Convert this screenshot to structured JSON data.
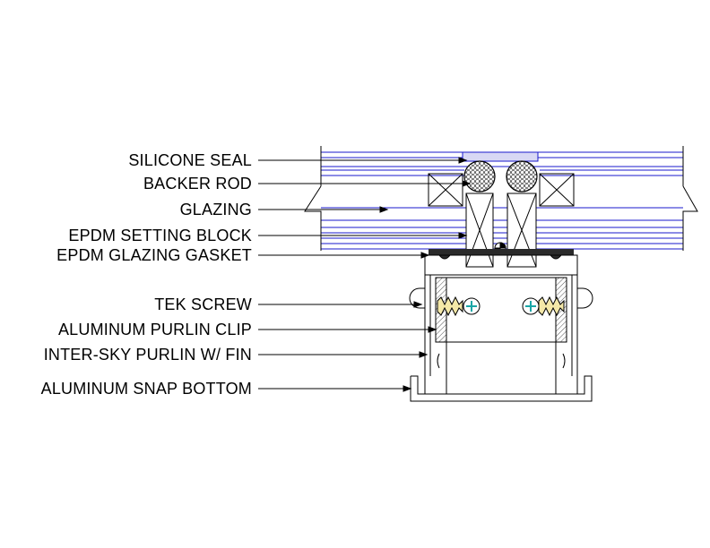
{
  "callouts": [
    {
      "id": "silicone-seal",
      "text": "SILICONE SEAL"
    },
    {
      "id": "backer-rod",
      "text": "BACKER ROD"
    },
    {
      "id": "glazing",
      "text": "GLAZING"
    },
    {
      "id": "epdm-setting-block",
      "text": "EPDM SETTING BLOCK"
    },
    {
      "id": "epdm-glazing-gasket",
      "text": "EPDM GLAZING GASKET"
    },
    {
      "id": "tek-screw",
      "text": "TEK SCREW"
    },
    {
      "id": "aluminum-purlin-clip",
      "text": "ALUMINUM PURLIN CLIP"
    },
    {
      "id": "inter-sky-purlin",
      "text": "INTER-SKY PURLIN W/ FIN"
    },
    {
      "id": "aluminum-snap-bottom",
      "text": "ALUMINUM SNAP BOTTOM"
    }
  ],
  "colors": {
    "glazing_line": "#1a1acc",
    "metal_line": "#000000",
    "screw_head": "#1aa6a6",
    "hatch": "#555555",
    "gasket": "#2a2a2a"
  }
}
